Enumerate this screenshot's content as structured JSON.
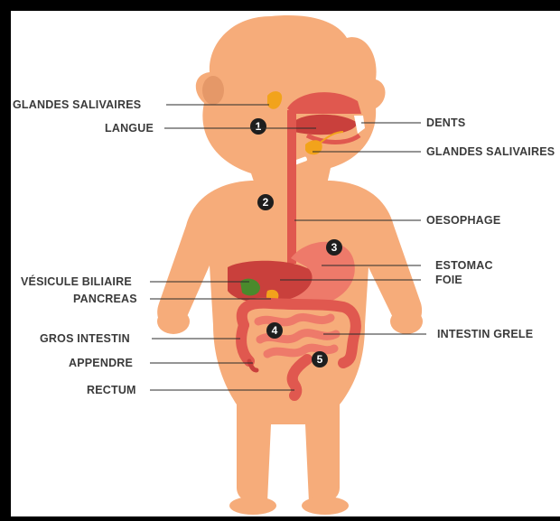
{
  "colors": {
    "skin": "#f6ac7a",
    "skin_dark": "#e59868",
    "organ": "#e0584f",
    "organ_dark": "#c9403c",
    "organ_light": "#ee7a6a",
    "gland": "#f2a31b",
    "gallbladder": "#4a8a2c",
    "leader": "#2b2b2b",
    "badge": "#1e1e1e"
  },
  "labels": {
    "salivary_left": "GLANDES SALIVAIRES",
    "tongue": "LANGUE",
    "teeth": "DENTS",
    "salivary_right": "GLANDES SALIVAIRES",
    "esophagus": "OESOPHAGE",
    "stomach": "ESTOMAC",
    "gallbladder": "VÉSICULE BILIAIRE",
    "liver": "FOIE",
    "pancreas": "PANCREAS",
    "large_intestine": "GROS INTESTIN",
    "small_intestine": "INTESTIN GRELE",
    "appendix": "APPENDRE",
    "rectum": "RECTUM"
  },
  "badges": [
    "1",
    "2",
    "3",
    "4",
    "5"
  ]
}
